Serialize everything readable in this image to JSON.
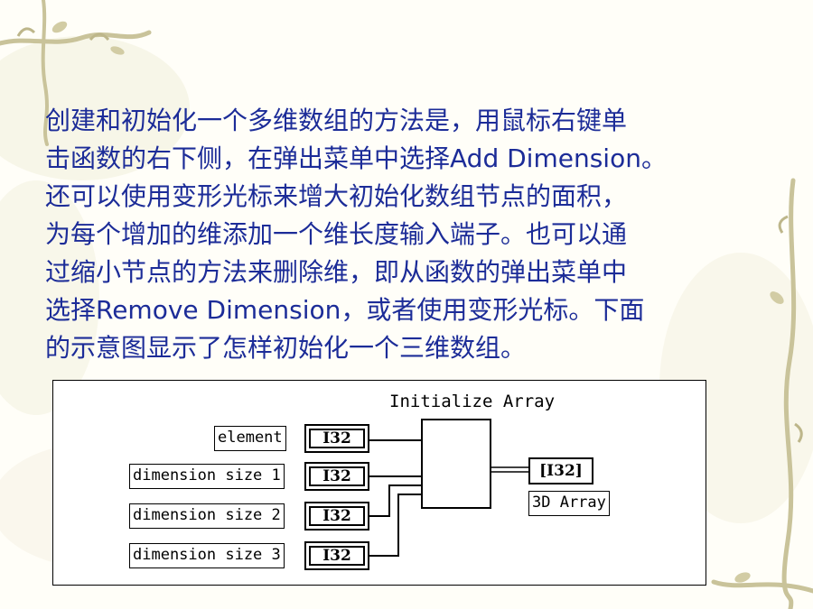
{
  "slide": {
    "lines": [
      "创建和初始化一个多维数组的方法是，用鼠标右键单",
      "击函数的右下侧，在弹出菜单中选择Add Dimension。",
      "还可以使用变形光标来增大初始化数组节点的面积，",
      "为每个增加的维添加一个维长度输入端子。也可以通",
      "过缩小节点的方法来删除维，即从函数的弹出菜单中",
      "选择Remove Dimension，或者使用变形光标。下面",
      "的示意图显示了怎样初始化一个三维数组。"
    ]
  },
  "diagram": {
    "title": "Initialize Array",
    "inputs": [
      {
        "label": "element",
        "type": "I32"
      },
      {
        "label": "dimension size 1",
        "type": "I32"
      },
      {
        "label": "dimension size 2",
        "type": "I32"
      },
      {
        "label": "dimension size 3",
        "type": "I32"
      }
    ],
    "output": {
      "type": "[I32]",
      "label": "3D Array"
    }
  }
}
